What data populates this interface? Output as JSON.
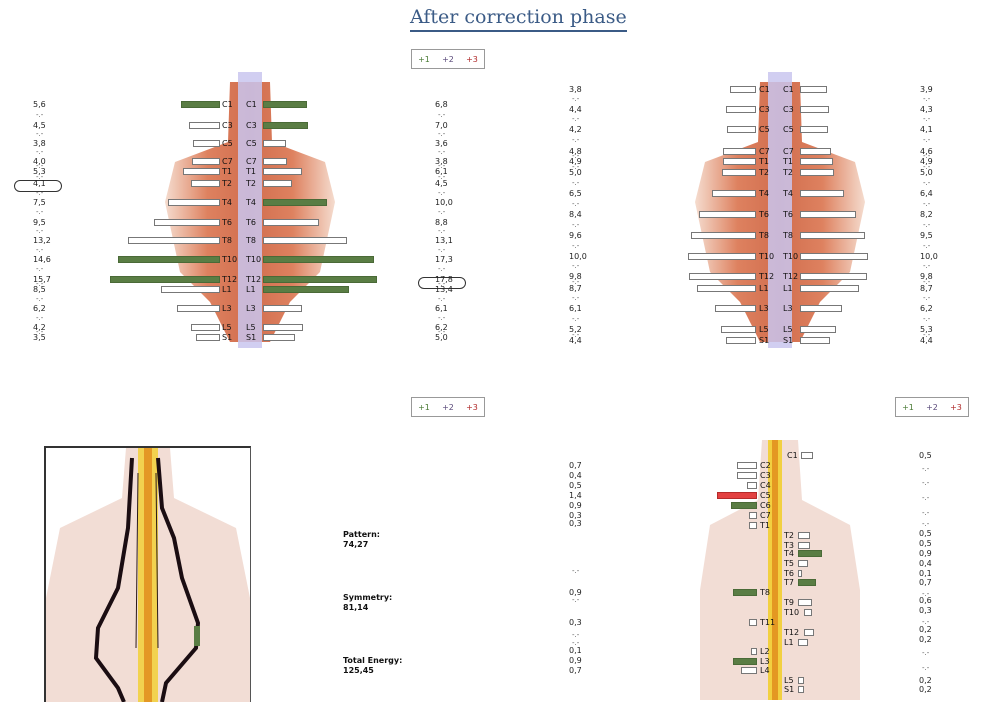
{
  "title": "After correction phase",
  "legend": {
    "p1": "+1",
    "p2": "+2",
    "p3": "+3"
  },
  "panel_tl": {
    "left_values": [
      "5,6",
      "4,5",
      "3,8",
      "4,0",
      "5,3",
      "4,1",
      "7,5",
      "9,5",
      "13,2",
      "14,6",
      "15,7",
      "8,5",
      "6,2",
      "4,2",
      "3,5"
    ],
    "right_values": [
      "6,8",
      "7,0",
      "3,6",
      "3,8",
      "6,1",
      "4,5",
      "10,0",
      "8,8",
      "13,1",
      "17,3",
      "17,8",
      "13,4",
      "6,1",
      "6,2",
      "5,0"
    ]
  },
  "panel_tr": {
    "left_values": [
      "3,8",
      "4,4",
      "4,2",
      "4,8",
      "4,9",
      "5,0",
      "6,5",
      "8,4",
      "9,6",
      "10,0",
      "9,8",
      "8,7",
      "6,1",
      "5,2",
      "4,4"
    ],
    "right_values": [
      "3,9",
      "4,3",
      "4,1",
      "4,6",
      "4,9",
      "5,0",
      "6,4",
      "8,2",
      "9,5",
      "10,0",
      "9,8",
      "8,7",
      "6,2",
      "5,3",
      "4,4"
    ]
  },
  "vertebrae_top": [
    "C1",
    "C3",
    "C5",
    "C7",
    "T1",
    "T2",
    "T4",
    "T6",
    "T8",
    "T10",
    "T12",
    "L1",
    "L3",
    "L5",
    "S1"
  ],
  "stats": {
    "pattern_label": "Pattern:",
    "pattern_value": "74,27",
    "symmetry_label": "Symmetry:",
    "symmetry_value": "81,14",
    "energy_label": "Total Energy:",
    "energy_value": "125,45"
  },
  "bottom_left_values": [
    "0,7",
    "0,4",
    "0,5",
    "1,4",
    "0,9",
    "0,3",
    "0,3",
    "0,9",
    "0,3",
    "0,1",
    "0,9",
    "0,7"
  ],
  "bottom_right": {
    "labels": [
      "C1",
      "C2",
      "C3",
      "C4",
      "C5",
      "C6",
      "C7",
      "T1",
      "T2",
      "T3",
      "T4",
      "T5",
      "T6",
      "T7",
      "T8",
      "T9",
      "T10",
      "T11",
      "T12",
      "L1",
      "L2",
      "L3",
      "L4",
      "L5",
      "S1"
    ],
    "values": [
      "0,5",
      "0,5",
      "0,5",
      "0,9",
      "0,4",
      "0,1",
      "0,7",
      "0,6",
      "0,3",
      "0,2",
      "0,2",
      "0,2",
      "0,2"
    ]
  },
  "colors": {
    "green": "#5a7d44",
    "red": "#e34040",
    "accent": "#3b5b86"
  }
}
